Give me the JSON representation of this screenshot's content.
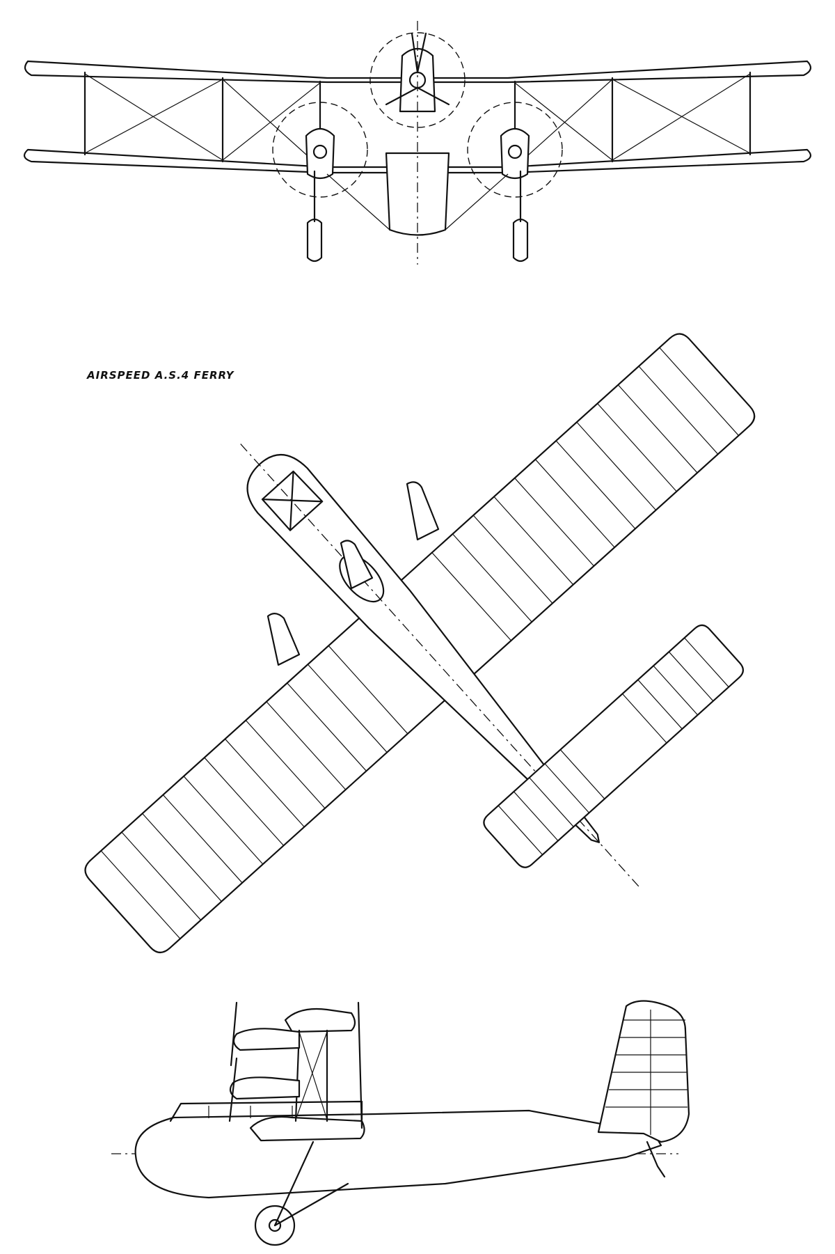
{
  "caption": "AIRSPEED A.S.4 FERRY",
  "views": [
    "front",
    "plan",
    "side"
  ]
}
